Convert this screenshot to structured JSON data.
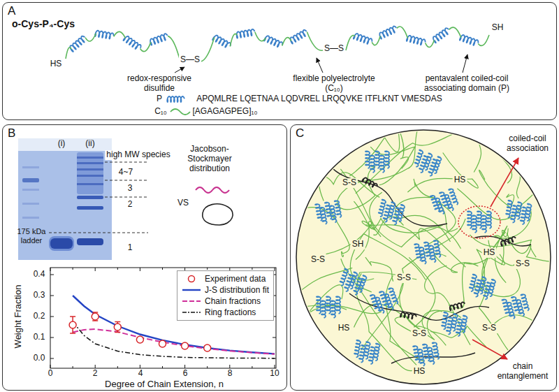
{
  "diagram": {
    "nodes": [
      {
        "text": [
          "A"
        ]
      },
      {
        "text": [
          "B"
        ]
      },
      {
        "text": [
          "C"
        ]
      }
    ],
    "labels": [
      "o-Cys-P₄-Cys",
      "HS",
      "S—S",
      "S—S",
      "SH",
      "redox-responsive disulfide",
      "flexible polyelectrolyte (C₁₀)",
      "pentavalent coiled-coil associating domain (P)",
      "P",
      "APQMLRE LQETNAA LQDVREL LRQQVKE ITFLKNT VMESDAS",
      "C₁₀",
      "[AGAGAGPEG]₁₀",
      "175 kDa ladder",
      "(i)",
      "(ii)",
      "high MW species",
      "4~7",
      "3",
      "2",
      "1",
      "Jacobson-Stockmayer distribution",
      "VS",
      "Weight Fraction",
      "0.0",
      "0.1",
      "0.2",
      "0.3",
      "0.4",
      "0",
      "2",
      "4",
      "6",
      "8",
      "10",
      "Degree of Chain Extension, n",
      "coiled-coil association",
      "chain entanglement",
      "S-S",
      "HS",
      "SH",
      "S-S",
      "S-S",
      "HS",
      "S-S",
      "HS",
      "S-S",
      "S-S",
      "HS"
    ],
    "legend": [
      {
        "text": "Experiment data"
      },
      {
        "text": "J-S distribution fit"
      },
      {
        "text": "Chain fractions"
      },
      {
        "text": "Ring fractions"
      }
    ]
  }
}
